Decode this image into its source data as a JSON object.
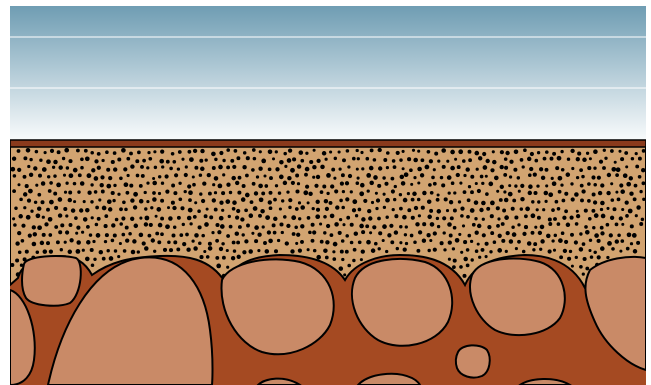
{
  "diagram": {
    "kind": "soil-cross-section",
    "layers": [
      {
        "id": "sky",
        "fill_top": "#6f9db3",
        "fill_bottom": "#ffffff"
      },
      {
        "id": "topsoil-line",
        "fill": "#8a3a1c"
      },
      {
        "id": "gravel-layer",
        "fill": "#d2a471",
        "dot_color": "#000000"
      },
      {
        "id": "clay-matrix",
        "fill": "#a54a22"
      },
      {
        "id": "boulders",
        "fill": "#c98a67",
        "outline": "#000000"
      }
    ]
  }
}
